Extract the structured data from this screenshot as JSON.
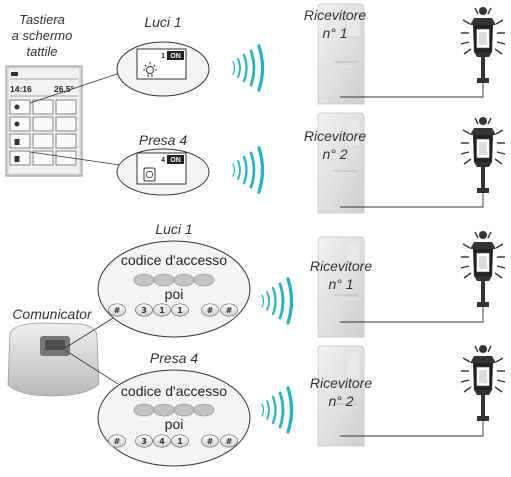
{
  "colors": {
    "wave": "#2ab3bf",
    "outline": "#333333",
    "device_fill": "#e6e6e6",
    "bubble_fill": "#f4f4f4"
  },
  "touchscreen": {
    "label_line1": "Tastiera",
    "label_line2": "a schermo",
    "label_line3": "tattile",
    "time": "14:16",
    "temperature": "26,5°"
  },
  "commands": [
    {
      "title": "Luci 1",
      "screen_number": "1",
      "screen_state": "ON",
      "icon": "bulb-icon"
    },
    {
      "title": "Presa 4",
      "screen_number": "4",
      "screen_state": "ON",
      "icon": "socket-icon"
    }
  ],
  "communicator": {
    "label": "Comunicator"
  },
  "phone_commands": [
    {
      "title": "Luci 1",
      "access_code_label": "codice d'accesso",
      "then_label": "poi",
      "keys": [
        "#",
        "3",
        "1",
        "1",
        "#",
        "#"
      ]
    },
    {
      "title": "Presa 4",
      "access_code_label": "codice d'accesso",
      "then_label": "poi",
      "keys": [
        "#",
        "3",
        "4",
        "1",
        "#",
        "#"
      ]
    }
  ],
  "receivers": [
    {
      "label_line1": "Ricevitore",
      "label_line2": "n° 1"
    },
    {
      "label_line1": "Ricevitore",
      "label_line2": "n° 2"
    },
    {
      "label_line1": "Ricevitore",
      "label_line2": "n° 1"
    },
    {
      "label_line1": "Ricevitore",
      "label_line2": "n° 2"
    }
  ],
  "lamp_icon": "street-lamp-icon"
}
